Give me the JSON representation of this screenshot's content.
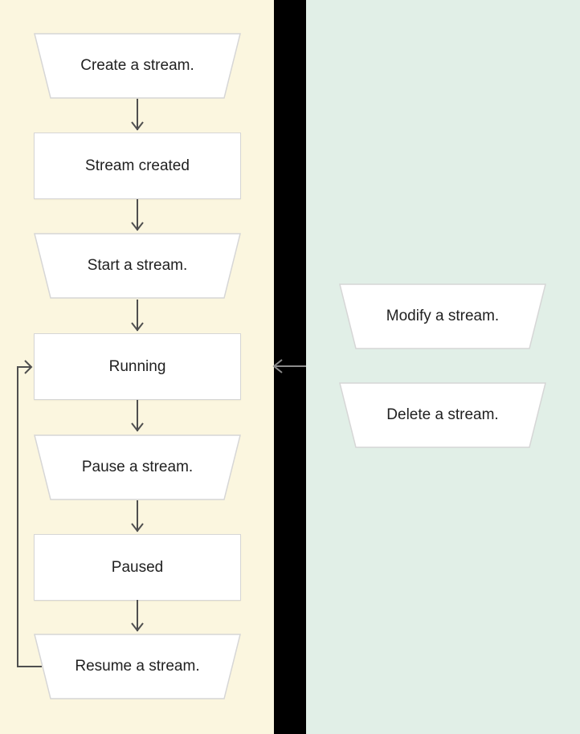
{
  "diagram": {
    "title_hint": "stream lifecycle flowchart",
    "left_panel": {
      "background": "#FBF6DF",
      "nodes": [
        {
          "label": "Create a stream.",
          "shape": "trapezoid"
        },
        {
          "label": "Stream created",
          "shape": "rectangle"
        },
        {
          "label": "Start a stream.",
          "shape": "trapezoid"
        },
        {
          "label": "Running",
          "shape": "rectangle"
        },
        {
          "label": "Pause a stream.",
          "shape": "trapezoid"
        },
        {
          "label": "Paused",
          "shape": "rectangle"
        },
        {
          "label": "Resume a stream.",
          "shape": "trapezoid"
        }
      ],
      "edges": [
        "Create a stream. -> Stream created",
        "Stream created -> Start a stream.",
        "Start a stream. -> Running",
        "Running -> Pause a stream.",
        "Pause a stream. -> Paused",
        "Paused -> Resume a stream.",
        "Resume a stream. -> Running (loop back)"
      ]
    },
    "divider": {
      "background": "#000000",
      "arrow": "right panel -> Running (points left)"
    },
    "right_panel": {
      "background": "#E1EFE7",
      "nodes": [
        {
          "label": "Modify a stream.",
          "shape": "trapezoid"
        },
        {
          "label": "Delete a stream.",
          "shape": "trapezoid"
        }
      ]
    },
    "colors": {
      "left_background": "#FBF6DF",
      "right_background": "#E1EFE7",
      "divider": "#000000",
      "shape_fill": "#FFFFFF",
      "shape_border": "#D6D6D6",
      "connector_stroke": "#4F4F4F",
      "divider_arrow_stroke": "#8C8C8C",
      "text": "#212121"
    }
  }
}
